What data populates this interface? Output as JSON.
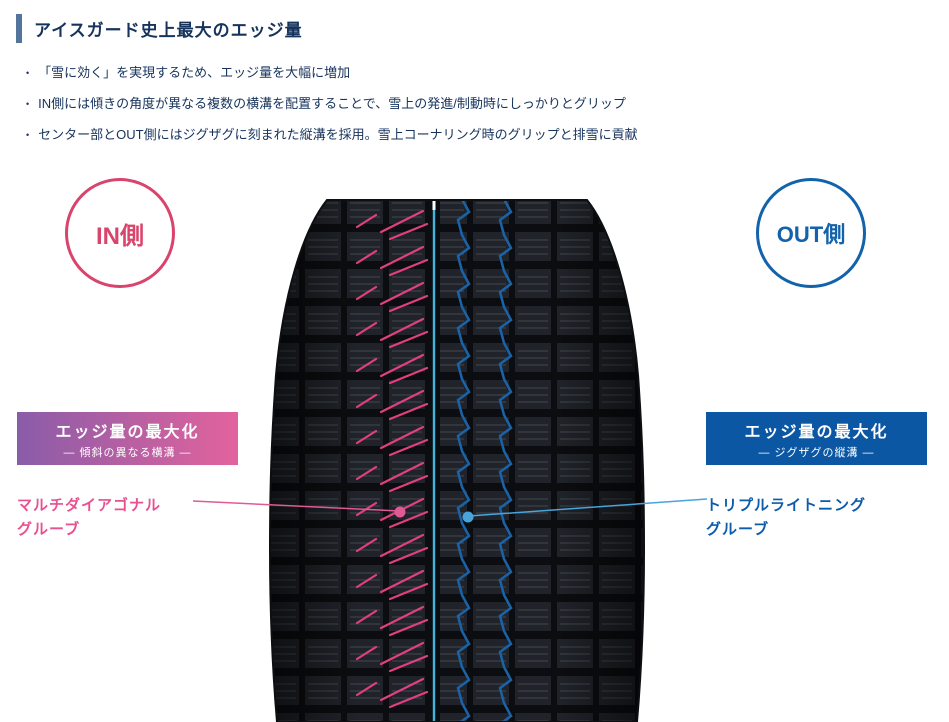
{
  "header": {
    "title": "アイスガード史上最大のエッジ量",
    "accent_bar_color": "#53759c",
    "text_color": "#16335c"
  },
  "bullets": [
    {
      "text": "「雪に効く」を実現するため、エッジ量を大幅に増加"
    },
    {
      "text": "IN側には傾きの角度が異なる複数の横溝を配置することで、雪上の発進/制動時にしっかりとグリップ"
    },
    {
      "text": "センター部とOUT側にはジグザグに刻まれた縦溝を採用。雪上コーナリング時のグリップと排雪に貢献"
    }
  ],
  "badges": {
    "in": {
      "label": "IN側",
      "color": "#d9446c"
    },
    "out": {
      "label": "OUT側",
      "color": "#1262ac"
    }
  },
  "left_callout": {
    "box_title": "エッジ量の最大化",
    "box_subtitle": "― 傾斜の異なる横溝 ―",
    "caption_line1": "マルチダイアゴナル",
    "caption_line2": "グルーブ",
    "gradient_from": "#8a5ca8",
    "gradient_to": "#e2639d",
    "caption_color": "#e85090"
  },
  "right_callout": {
    "box_title": "エッジ量の最大化",
    "box_subtitle": "― ジグザグの縦溝 ―",
    "caption_line1": "トリプルライトニング",
    "caption_line2": "グルーブ",
    "box_color": "#0b57a3",
    "caption_color": "#0d5cab"
  },
  "tire": {
    "groove_pink": "#e0407f",
    "groove_blue": "#1a63a8",
    "center_line": "#3fb6dc",
    "dot_pink": "#e05a95",
    "dot_blue": "#48a4da"
  }
}
